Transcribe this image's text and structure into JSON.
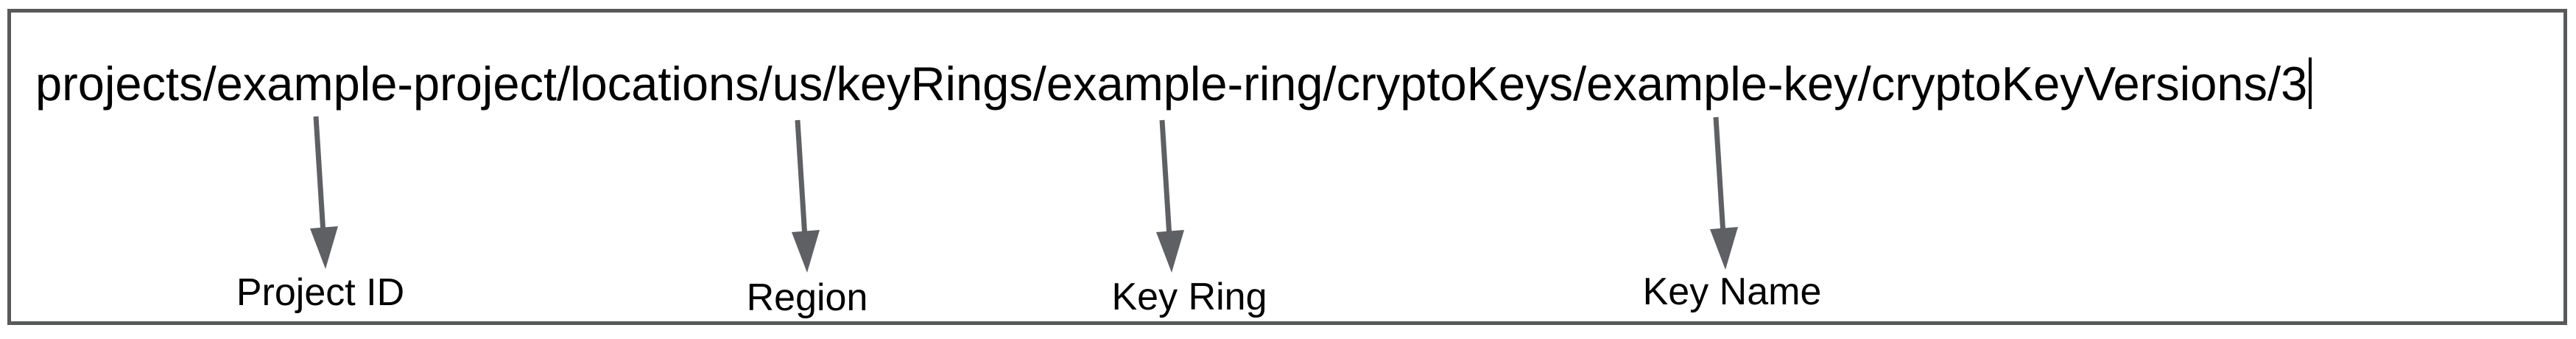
{
  "diagram": {
    "resource_path": "projects/example-project/locations/us/keyRings/example-ring/cryptoKeys/example-key/cryptoKeyVersions/3",
    "cursor_visible": true,
    "annotations": [
      {
        "label": "Project ID",
        "points_to": "example-project"
      },
      {
        "label": "Region",
        "points_to": "us"
      },
      {
        "label": "Key Ring",
        "points_to": "example-ring"
      },
      {
        "label": "Key Name",
        "points_to": "example-key"
      }
    ],
    "colors": {
      "border": "#58595b",
      "arrow": "#5f6063",
      "text": "#000000"
    }
  }
}
